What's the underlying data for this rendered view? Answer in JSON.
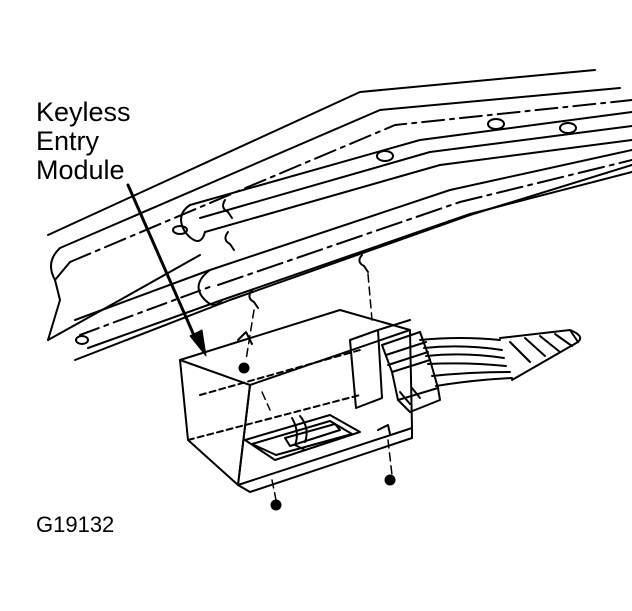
{
  "callout": {
    "line1": "Keyless",
    "line2": "Entry",
    "line3": "Module"
  },
  "figure_id": "G19132",
  "colors": {
    "ink": "#000000",
    "paper": "#ffffff"
  }
}
